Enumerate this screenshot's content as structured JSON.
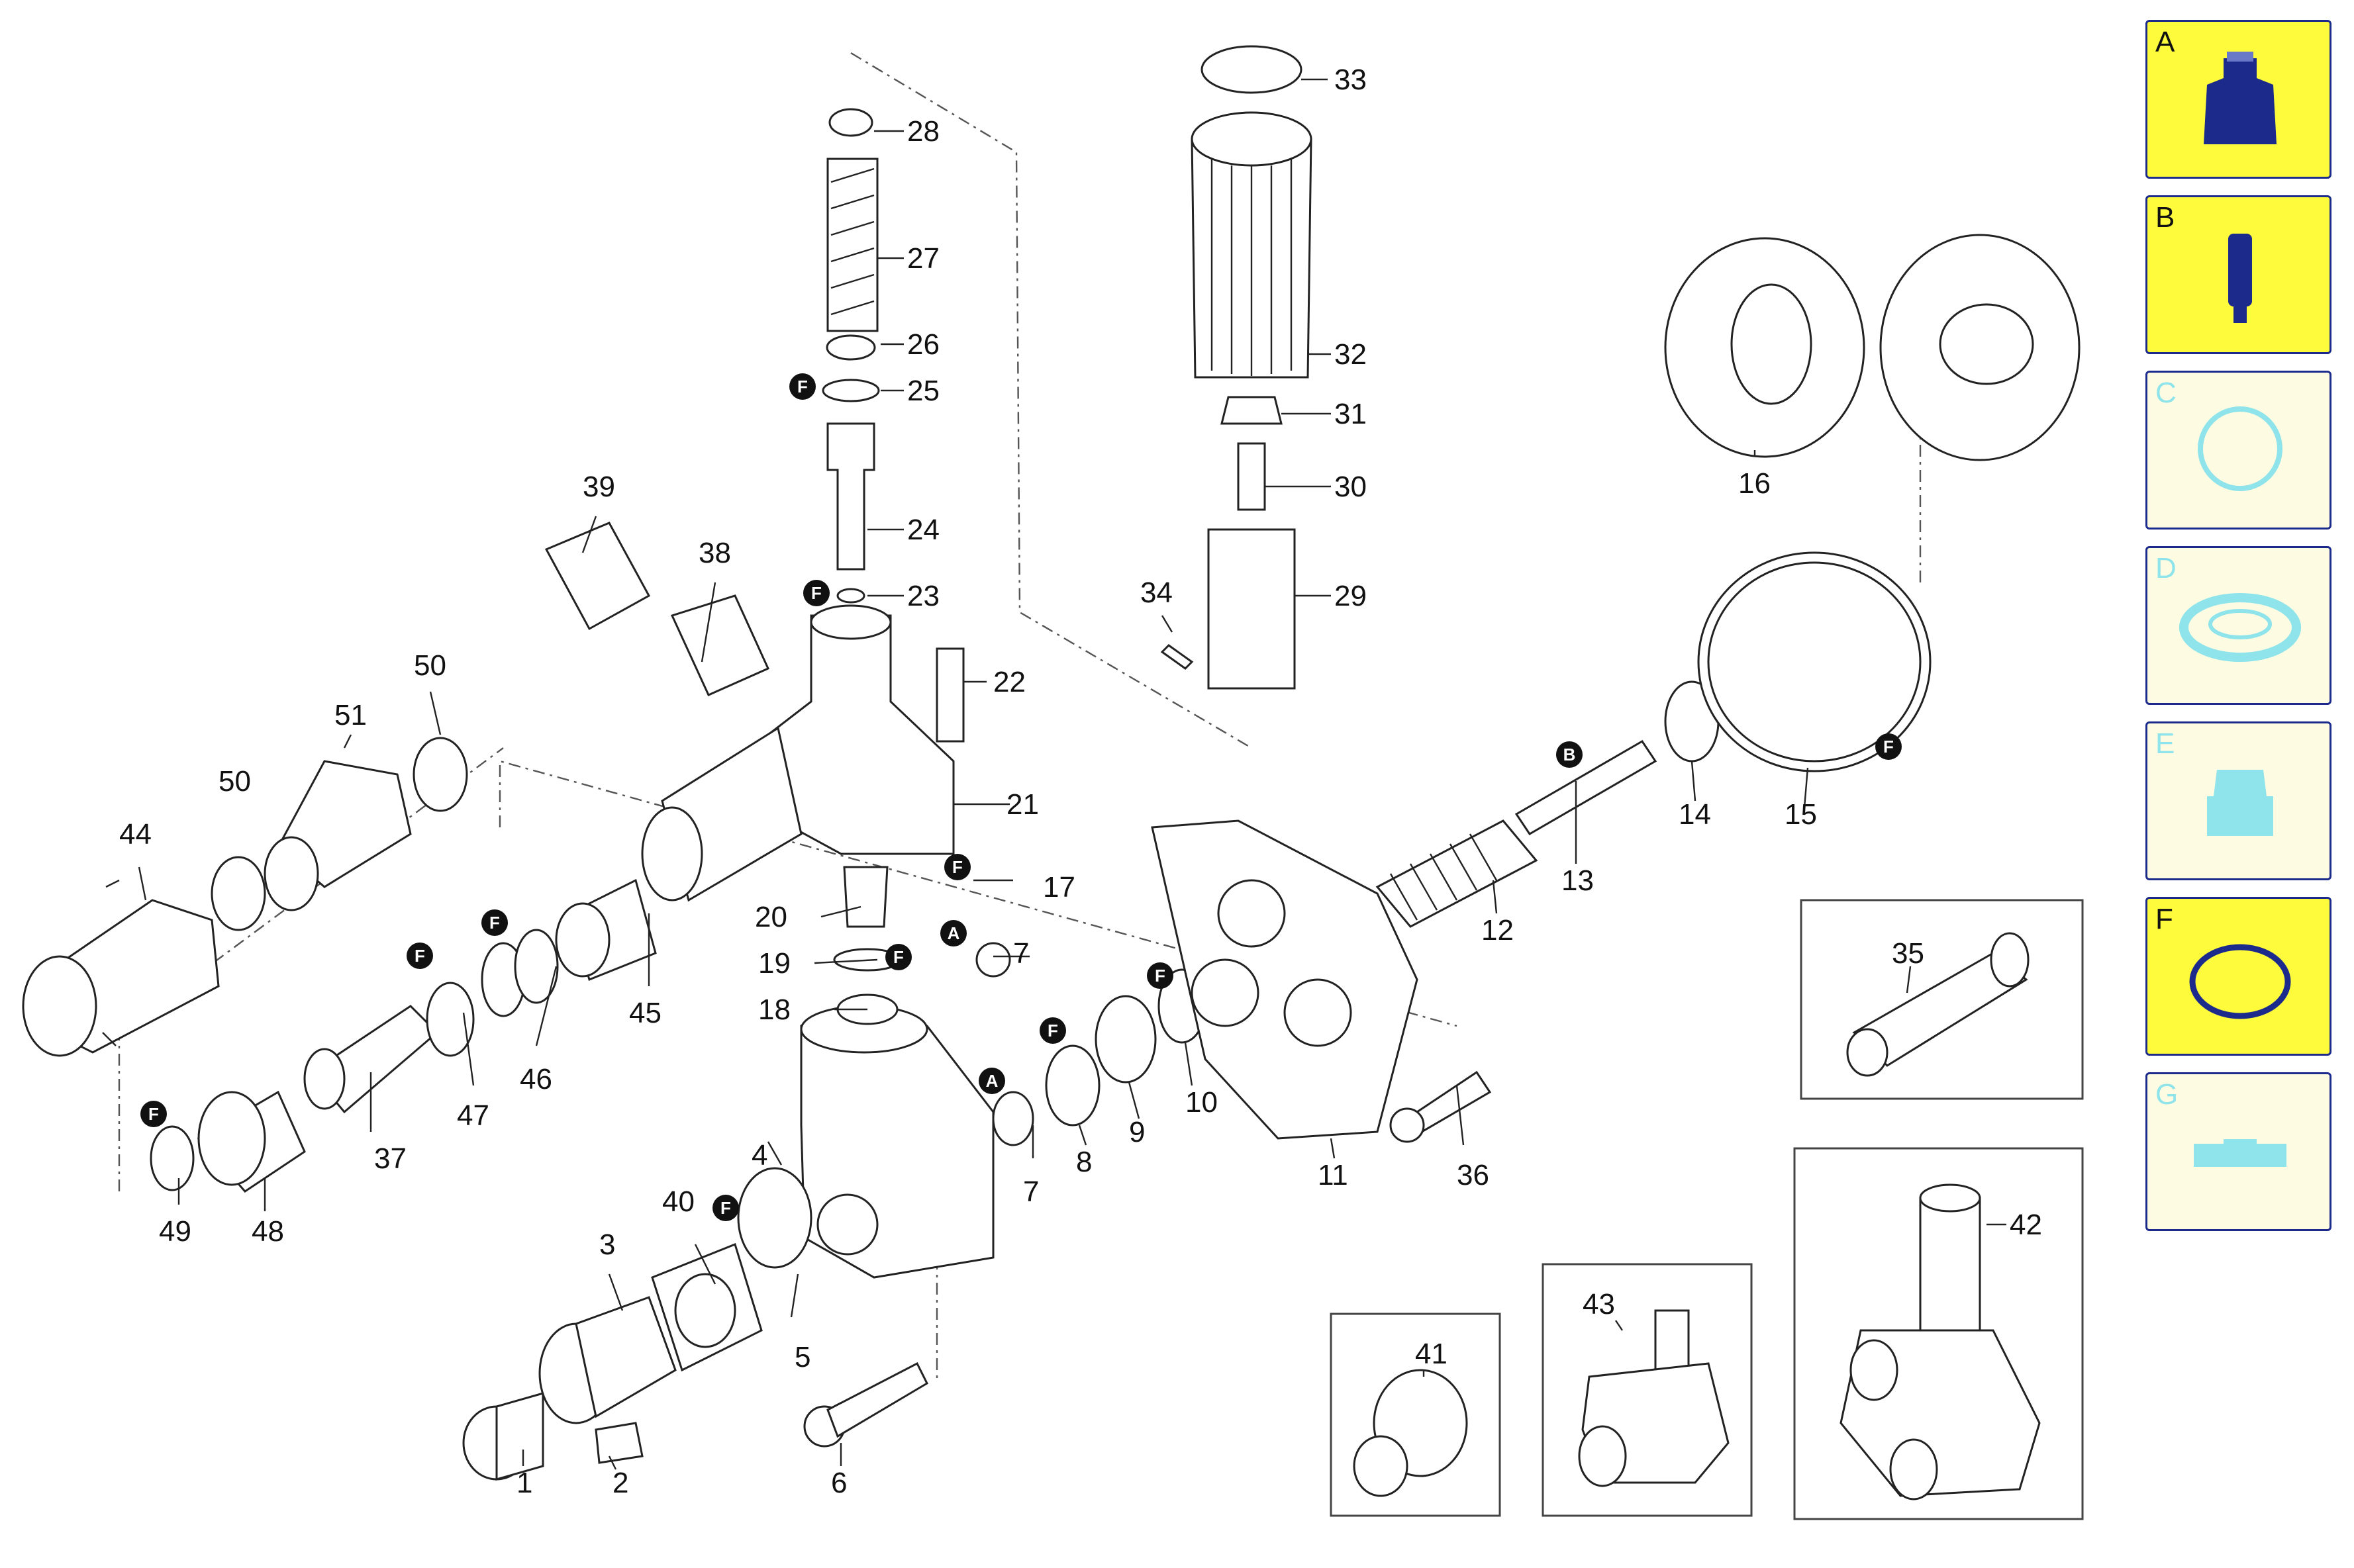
{
  "parts": [
    {
      "id": "p1",
      "label": "1"
    },
    {
      "id": "p2",
      "label": "2"
    },
    {
      "id": "p3",
      "label": "3"
    },
    {
      "id": "p4",
      "label": "4"
    },
    {
      "id": "p5",
      "label": "5"
    },
    {
      "id": "p6",
      "label": "6"
    },
    {
      "id": "p7a",
      "label": "7"
    },
    {
      "id": "p7b",
      "label": "7"
    },
    {
      "id": "p8",
      "label": "8"
    },
    {
      "id": "p9",
      "label": "9"
    },
    {
      "id": "p10",
      "label": "10"
    },
    {
      "id": "p11",
      "label": "11"
    },
    {
      "id": "p12",
      "label": "12"
    },
    {
      "id": "p13",
      "label": "13"
    },
    {
      "id": "p14",
      "label": "14"
    },
    {
      "id": "p15",
      "label": "15"
    },
    {
      "id": "p16",
      "label": "16"
    },
    {
      "id": "p17",
      "label": "17"
    },
    {
      "id": "p18",
      "label": "18"
    },
    {
      "id": "p19",
      "label": "19"
    },
    {
      "id": "p20",
      "label": "20"
    },
    {
      "id": "p21",
      "label": "21"
    },
    {
      "id": "p22",
      "label": "22"
    },
    {
      "id": "p23",
      "label": "23"
    },
    {
      "id": "p24",
      "label": "24"
    },
    {
      "id": "p25",
      "label": "25"
    },
    {
      "id": "p26",
      "label": "26"
    },
    {
      "id": "p27",
      "label": "27"
    },
    {
      "id": "p28",
      "label": "28"
    },
    {
      "id": "p29",
      "label": "29"
    },
    {
      "id": "p30",
      "label": "30"
    },
    {
      "id": "p31",
      "label": "31"
    },
    {
      "id": "p32",
      "label": "32"
    },
    {
      "id": "p33",
      "label": "33"
    },
    {
      "id": "p34",
      "label": "34"
    },
    {
      "id": "p35",
      "label": "35"
    },
    {
      "id": "p36",
      "label": "36"
    },
    {
      "id": "p37",
      "label": "37"
    },
    {
      "id": "p38",
      "label": "38"
    },
    {
      "id": "p39",
      "label": "39"
    },
    {
      "id": "p40",
      "label": "40"
    },
    {
      "id": "p41",
      "label": "41"
    },
    {
      "id": "p42",
      "label": "42"
    },
    {
      "id": "p43",
      "label": "43"
    },
    {
      "id": "p44",
      "label": "44"
    },
    {
      "id": "p45",
      "label": "45"
    },
    {
      "id": "p46",
      "label": "46"
    },
    {
      "id": "p47",
      "label": "47"
    },
    {
      "id": "p48",
      "label": "48"
    },
    {
      "id": "p49",
      "label": "49"
    },
    {
      "id": "p50a",
      "label": "50"
    },
    {
      "id": "p50b",
      "label": "50"
    },
    {
      "id": "p51",
      "label": "51"
    }
  ],
  "badges": {
    "a": "A",
    "b": "B",
    "f": "F"
  },
  "kits": [
    {
      "letter": "A",
      "state": "active",
      "icon": "nozzle-kit-icon"
    },
    {
      "letter": "B",
      "state": "active",
      "icon": "piston-kit-icon"
    },
    {
      "letter": "C",
      "state": "inactive",
      "icon": "gasket-kit-icon"
    },
    {
      "letter": "D",
      "state": "inactive",
      "icon": "seal-kit-icon"
    },
    {
      "letter": "E",
      "state": "inactive",
      "icon": "valve-kit-icon"
    },
    {
      "letter": "F",
      "state": "active",
      "icon": "o-ring-kit-icon"
    },
    {
      "letter": "G",
      "state": "inactive",
      "icon": "plate-kit-icon"
    }
  ],
  "colors": {
    "active_fill": "#fdfb3b",
    "inactive_fill": "#fdfce3",
    "border": "#1c2a8c",
    "icon_active": "#1c2a8c",
    "icon_inactive": "#8fe3ea"
  }
}
